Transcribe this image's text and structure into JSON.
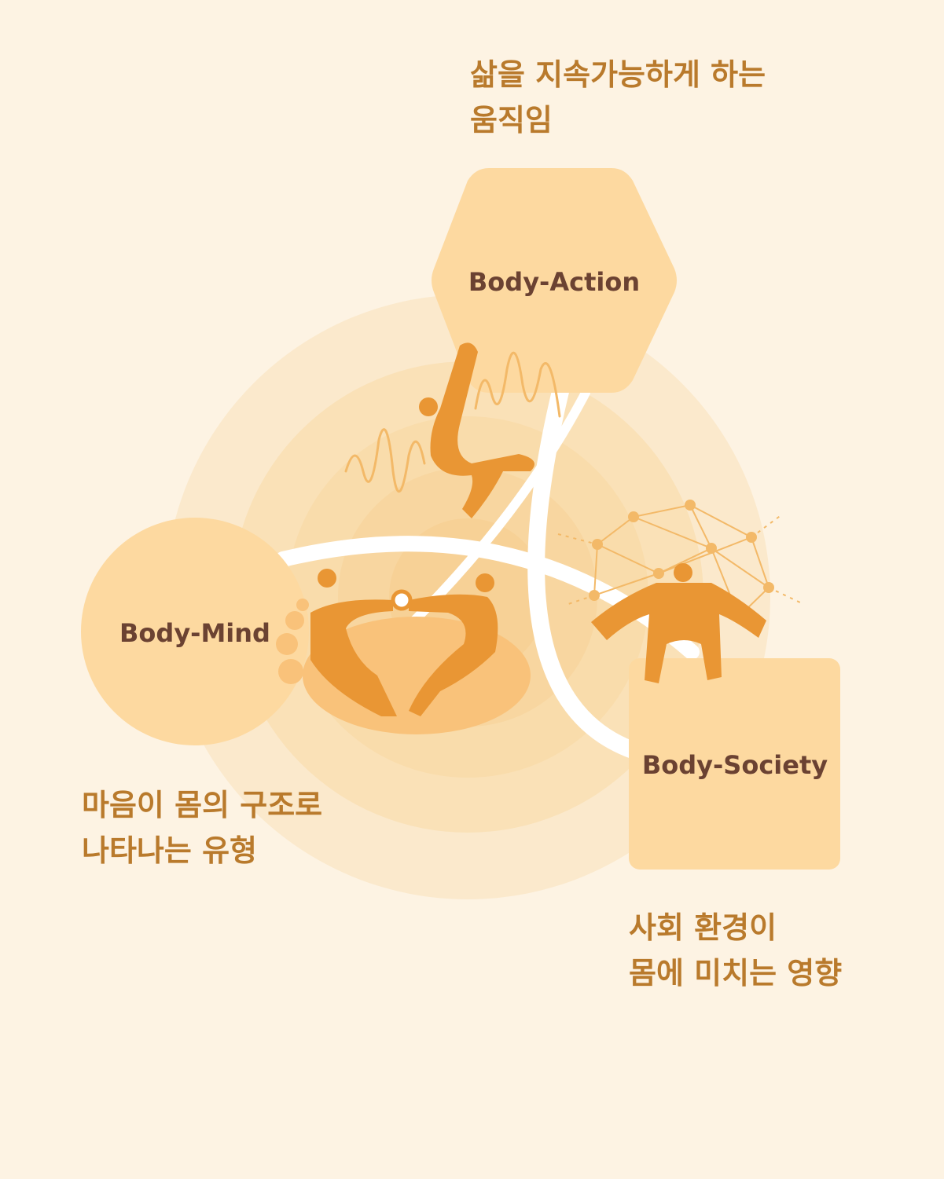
{
  "nodes": {
    "action": {
      "label": "Body-Action"
    },
    "mind": {
      "label": "Body-Mind"
    },
    "society": {
      "label": "Body-Society"
    }
  },
  "captions": {
    "action": [
      "삶을 지속가능하게 하는",
      "움직임"
    ],
    "mind": [
      "마음이 몸의 구조로",
      "나타나는 유형"
    ],
    "society": [
      "사회 환경이",
      "몸에 미치는 영향"
    ]
  },
  "colors": {
    "background": "#fdf3e3",
    "node_fill": "#fdd9a0",
    "figure": "#e99634",
    "accent_light": "#f9c27a",
    "caption_text": "#b97a2c",
    "node_text": "#6b4232"
  }
}
